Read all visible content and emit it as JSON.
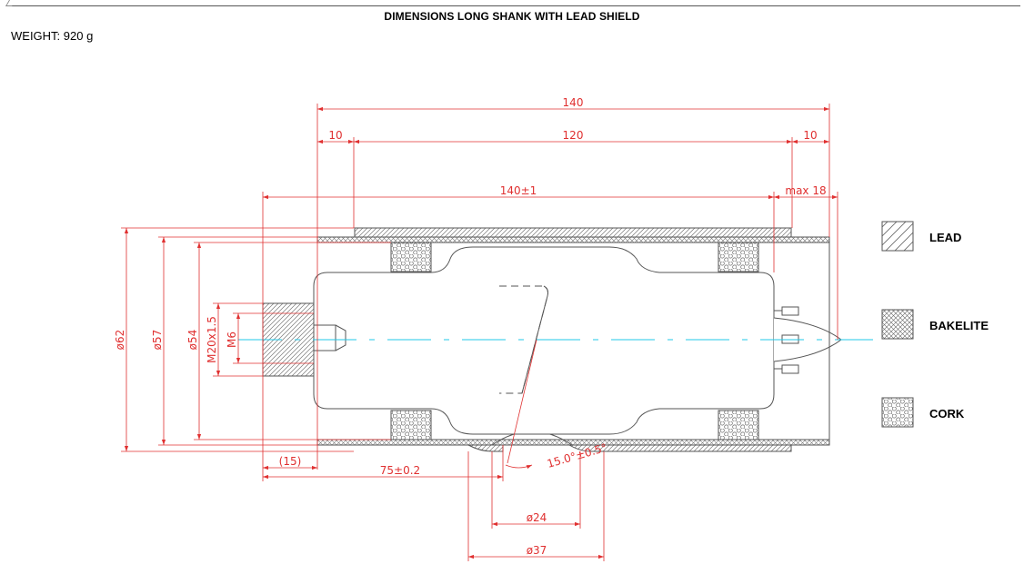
{
  "header": {
    "title": "DIMENSIONS LONG SHANK WITH LEAD SHIELD",
    "weight": "WEIGHT: 920 g"
  },
  "dimensions": {
    "overall_length": "140",
    "left_end": "10",
    "middle": "120",
    "right_end": "10",
    "length_tolerance": "140±1",
    "max_protrusion": "max 18",
    "dia_62": "ø62",
    "dia_57": "ø57",
    "dia_54": "ø54",
    "thread_m20": "M20x1.5",
    "thread_m6": "M6",
    "offset_15": "(15)",
    "offset_75": "75±0.2",
    "angle": "15.0°±0.5°",
    "dia_24": "ø24",
    "dia_37": "ø37"
  },
  "legend": [
    {
      "label": "LEAD",
      "pattern": "hatch"
    },
    {
      "label": "BAKELITE",
      "pattern": "crosshatch"
    },
    {
      "label": "CORK",
      "pattern": "cells"
    }
  ],
  "colors": {
    "dimension": "#e03030",
    "outline": "#555555",
    "axis": "#22c8e8"
  }
}
